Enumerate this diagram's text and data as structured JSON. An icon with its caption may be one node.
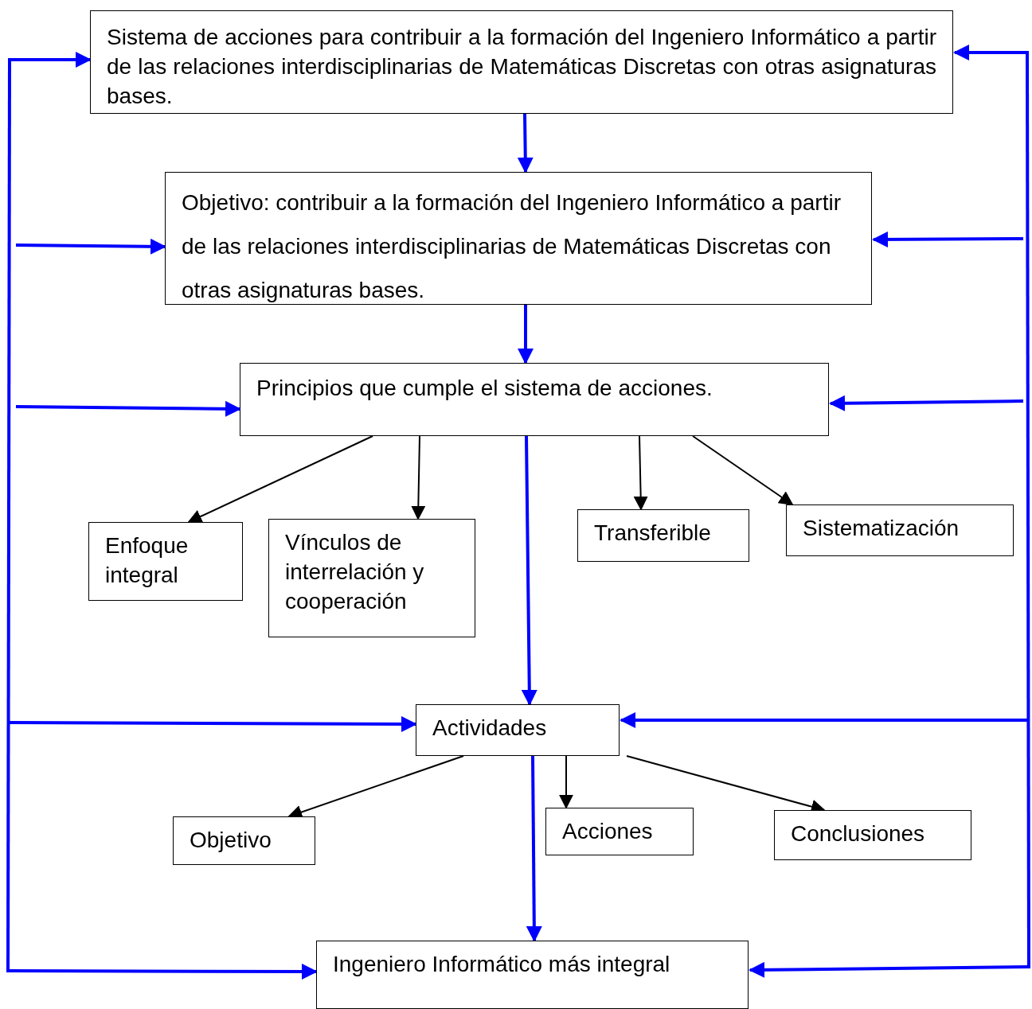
{
  "diagram": {
    "nodes": [
      {
        "text": [
          "Sistema de acciones para contribuir a la formación del Ingeniero Informático a partir de las relaciones interdisciplinarias de Matemáticas Discretas con otras asignaturas bases."
        ]
      },
      {
        "text": [
          "Objetivo: contribuir a la formación del Ingeniero Informático a partir de las relaciones interdisciplinarias de Matemáticas Discretas con otras asignaturas bases."
        ]
      },
      {
        "text": [
          "Principios que cumple el sistema de acciones."
        ]
      },
      {
        "text": [
          "Enfoque integral"
        ]
      },
      {
        "text": [
          "Vínculos de interrelación y cooperación"
        ]
      },
      {
        "text": [
          "Transferible"
        ]
      },
      {
        "text": [
          "Sistematización"
        ]
      },
      {
        "text": [
          "Actividades"
        ]
      },
      {
        "text": [
          "Objetivo"
        ]
      },
      {
        "text": [
          "Acciones"
        ]
      },
      {
        "text": [
          "Conclusiones"
        ]
      },
      {
        "text": [
          "Ingeniero Informático más integral"
        ]
      }
    ],
    "edges": [
      {
        "from": 0,
        "to": 1,
        "arrow": "to"
      },
      {
        "from": 1,
        "to": 2,
        "arrow": "to"
      },
      {
        "from": 2,
        "to": 3,
        "arrow": "to",
        "color": "#000000"
      },
      {
        "from": 2,
        "to": 4,
        "arrow": "to",
        "color": "#000000"
      },
      {
        "from": 2,
        "to": 5,
        "arrow": "to",
        "color": "#000000"
      },
      {
        "from": 2,
        "to": 6,
        "arrow": "to",
        "color": "#000000"
      },
      {
        "from": 2,
        "to": 7,
        "arrow": "to"
      },
      {
        "from": 7,
        "to": 8,
        "arrow": "to",
        "color": "#000000"
      },
      {
        "from": 7,
        "to": 9,
        "arrow": "to",
        "color": "#000000"
      },
      {
        "from": 7,
        "to": 10,
        "arrow": "to",
        "color": "#000000"
      },
      {
        "from": 7,
        "to": 11,
        "arrow": "to"
      },
      {
        "from": null,
        "to": 0,
        "arrow": "to"
      },
      {
        "from": null,
        "to": 1,
        "arrow": "to"
      },
      {
        "from": null,
        "to": 2,
        "arrow": "to"
      },
      {
        "from": null,
        "to": 7,
        "arrow": "to"
      },
      {
        "from": null,
        "to": 11,
        "arrow": "to"
      },
      {
        "from": null,
        "to": 0,
        "arrow": "to"
      },
      {
        "from": null,
        "to": 1,
        "arrow": "to"
      },
      {
        "from": null,
        "to": 2,
        "arrow": "to"
      },
      {
        "from": null,
        "to": 7,
        "arrow": "to"
      },
      {
        "from": null,
        "to": 11,
        "arrow": "to"
      }
    ]
  }
}
